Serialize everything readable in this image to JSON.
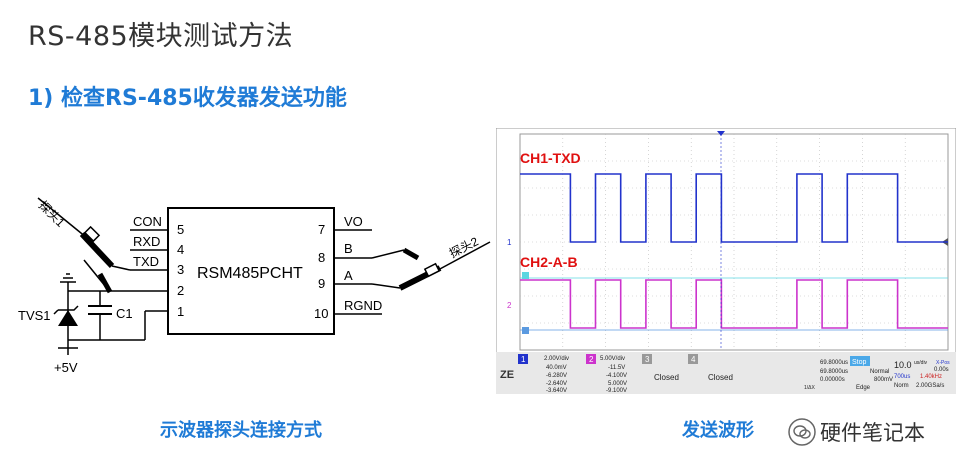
{
  "page": {
    "title": "RS-485模块测试方法",
    "section": "1) 检查RS-485收发器发送功能",
    "caption_left": "示波器探头连接方式",
    "caption_right": "发送波形",
    "watermark": "硬件笔记本"
  },
  "schematic": {
    "chip": "RSM485PCHT",
    "left_pins": [
      {
        "name": "CON",
        "num": "5"
      },
      {
        "name": "RXD",
        "num": "4"
      },
      {
        "name": "TXD",
        "num": "3"
      },
      {
        "name": "",
        "num": "2"
      },
      {
        "name": "",
        "num": "1"
      }
    ],
    "right_pins": [
      {
        "name": "VO",
        "num": "7"
      },
      {
        "name": "B",
        "num": "8"
      },
      {
        "name": "A",
        "num": "9"
      },
      {
        "name": "RGND",
        "num": "10"
      }
    ],
    "probe1": "探头1",
    "probe2": "探头2",
    "tvs": "TVS1",
    "cap": "C1",
    "supply": "+5V"
  },
  "scope": {
    "ch1_label": "CH1-TXD",
    "ch2_label": "CH2-A-B",
    "ch1_color": "#2233cc",
    "ch2_color": "#cc33cc",
    "ch1_marker": "1",
    "ch2_marker": "2",
    "ch1_levels": [
      1,
      1,
      0,
      1,
      0,
      1,
      0,
      1,
      0,
      0,
      0,
      1,
      0,
      1,
      1,
      0,
      0
    ],
    "ch2_levels": [
      1,
      1,
      0,
      1,
      0,
      1,
      0,
      1,
      0,
      0,
      0,
      1,
      0,
      1,
      1,
      0,
      0
    ],
    "status": {
      "logo": "ZE",
      "ch1": {
        "num": "1",
        "vdiv": "2.00V/div",
        "pos": "40.0mV",
        "ya": "-6.280V",
        "yb": "-2.640V",
        "dy": "-3.640V"
      },
      "ch2": {
        "num": "2",
        "vdiv": "5.00V/div",
        "pos": "-11.5V",
        "ya": "-4.100V",
        "yb": "5.000V",
        "dy": "-9.100V"
      },
      "ch3": {
        "num": "3",
        "state": "Closed"
      },
      "ch4": {
        "num": "4",
        "state": "Closed"
      },
      "xa": "69.8000us",
      "xb": "69.8000us",
      "dx": "0.00000s",
      "inv_dx": "1/ΔX",
      "run": "Stop",
      "mode": "Normal",
      "trig_level": "800mV",
      "trig_type": "Edge",
      "timebase": "10.0",
      "timebase_unit": "us/div",
      "xpos": "X-Pos",
      "xpos_val": "0.00s",
      "mem": "700us",
      "freq": "1.40kHz",
      "norm": "Norm",
      "rate": "2.00GSa/s"
    }
  }
}
